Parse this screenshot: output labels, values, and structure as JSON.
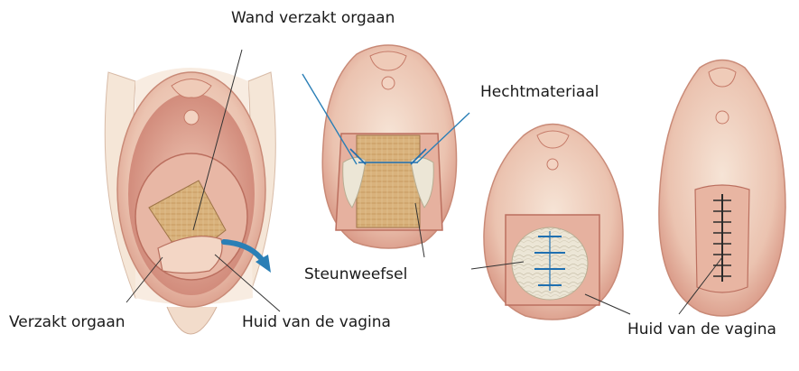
{
  "labels": {
    "wall_prolapsed_organ": "Wand verzakt orgaan",
    "suture_material": "Hechtmateriaal",
    "support_tissue": "Steunweefsel",
    "prolapsed_organ": "Verzakt orgaan",
    "vaginal_skin_1": "Huid van de vagina",
    "vaginal_skin_2": "Huid van de vagina"
  },
  "colors": {
    "skin_light": "#f3dcc9",
    "skin_mid": "#e0a593",
    "skin_dark": "#c77a69",
    "tissue": "#d8b583",
    "mesh": "#ece6d6",
    "suture": "#1f6fb0",
    "arrow": "#2a7fb6",
    "leader": "#333333"
  }
}
